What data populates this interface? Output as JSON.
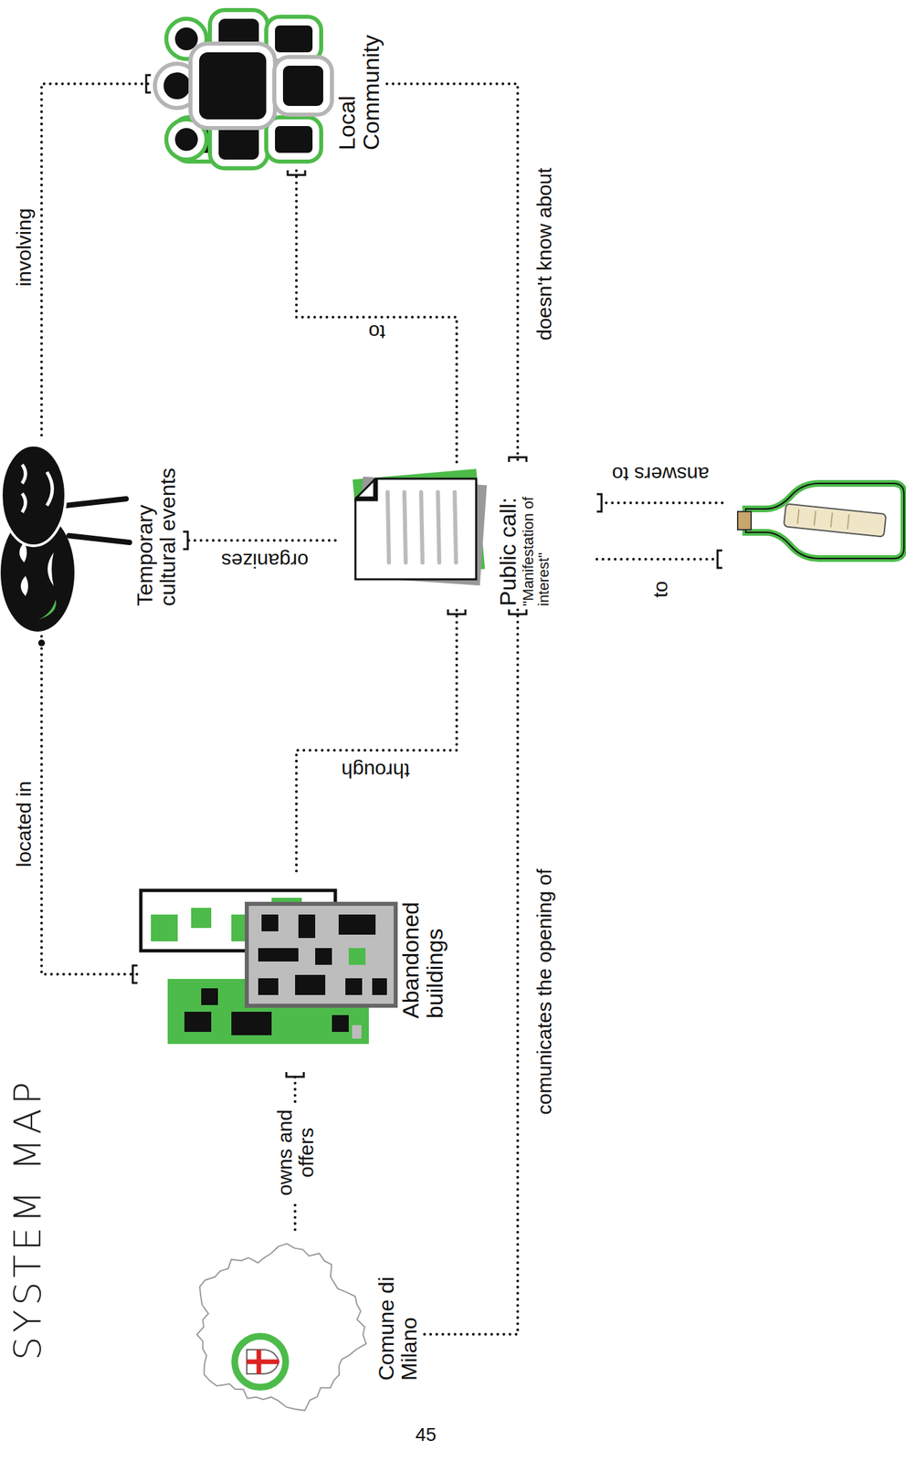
{
  "diagram": {
    "title": "SYSTEM MAP",
    "nodes": [
      {
        "text": [
          "Comune di Milano"
        ]
      },
      {
        "text": [
          "Abandoned buildings"
        ]
      },
      {
        "text": [
          "Temporary cultural events"
        ]
      },
      {
        "text": [
          "Public call:",
          "\"Manifestation of interest\""
        ]
      },
      {
        "text": [
          "Local Community"
        ]
      }
    ],
    "edges": [
      {
        "from": 0,
        "to": 1,
        "arrow": "to",
        "label": "owns and offers"
      },
      {
        "from": 2,
        "to": 1,
        "arrow": "to",
        "label": "located in"
      },
      {
        "from": 2,
        "to": 4,
        "arrow": "to",
        "label": "involving"
      },
      {
        "from": 3,
        "to": 2,
        "arrow": "to",
        "label": "organizes"
      },
      {
        "from": 1,
        "to": 3,
        "arrow": "to",
        "label": "through"
      },
      {
        "from": 3,
        "to": 4,
        "arrow": "to",
        "label": "to"
      },
      {
        "from": 4,
        "to": 3,
        "arrow": "to",
        "label": "doesn't know about"
      },
      {
        "from": 0,
        "to": 3,
        "arrow": "to",
        "label": "comunicates the opening of"
      }
    ],
    "labels": [
      "to",
      "answers to",
      "45"
    ]
  }
}
